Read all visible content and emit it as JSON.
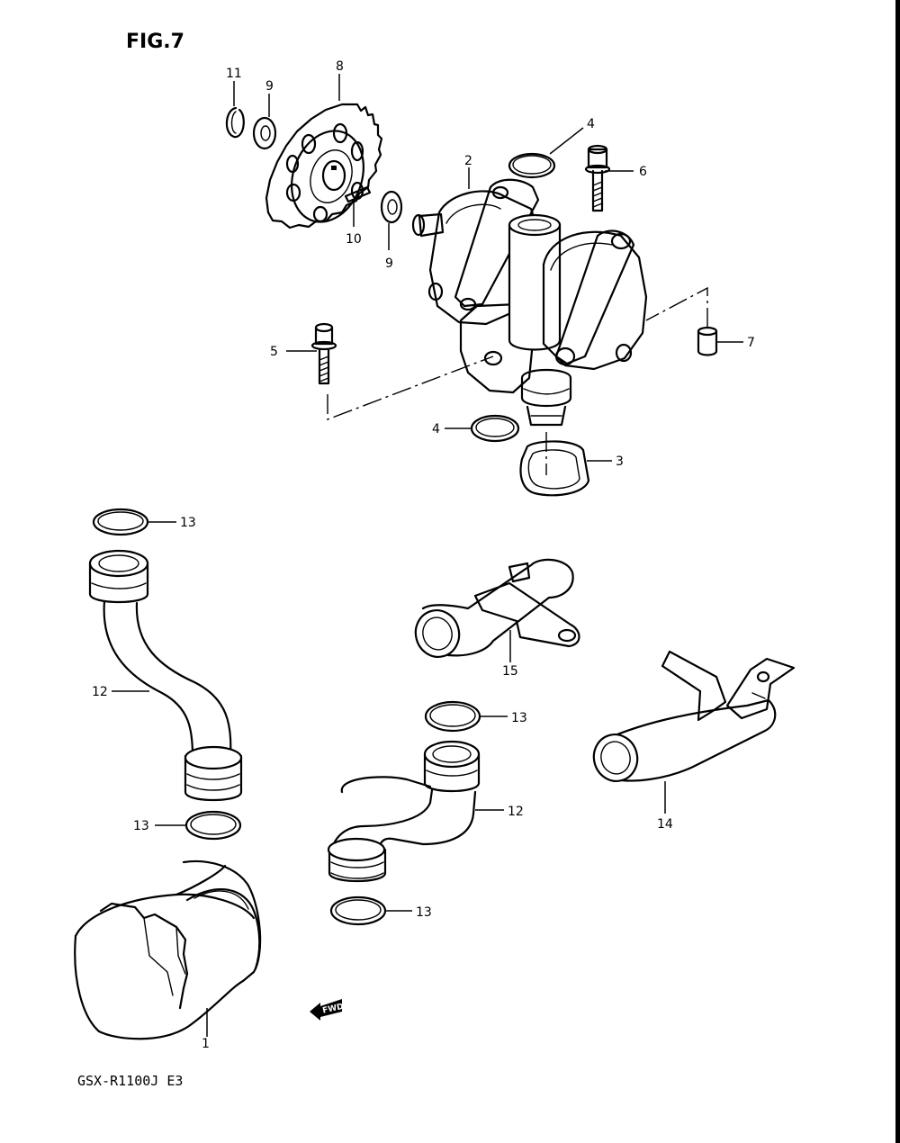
{
  "figure": {
    "title": "FIG.7",
    "model_code": "GSX-R1100J E3",
    "fwd_label": "FWD"
  },
  "callouts": {
    "p1": "1",
    "p2": "2",
    "p3": "3",
    "p4a": "4",
    "p4b": "4",
    "p5": "5",
    "p6": "6",
    "p7": "7",
    "p8": "8",
    "p9a": "9",
    "p9b": "9",
    "p10": "10",
    "p11": "11",
    "p12a": "12",
    "p12b": "12",
    "p13a": "13",
    "p13b": "13",
    "p13c": "13",
    "p13d": "13",
    "p14": "14",
    "p15": "15"
  },
  "icons": {
    "direction": "fwd-arrow-icon"
  }
}
